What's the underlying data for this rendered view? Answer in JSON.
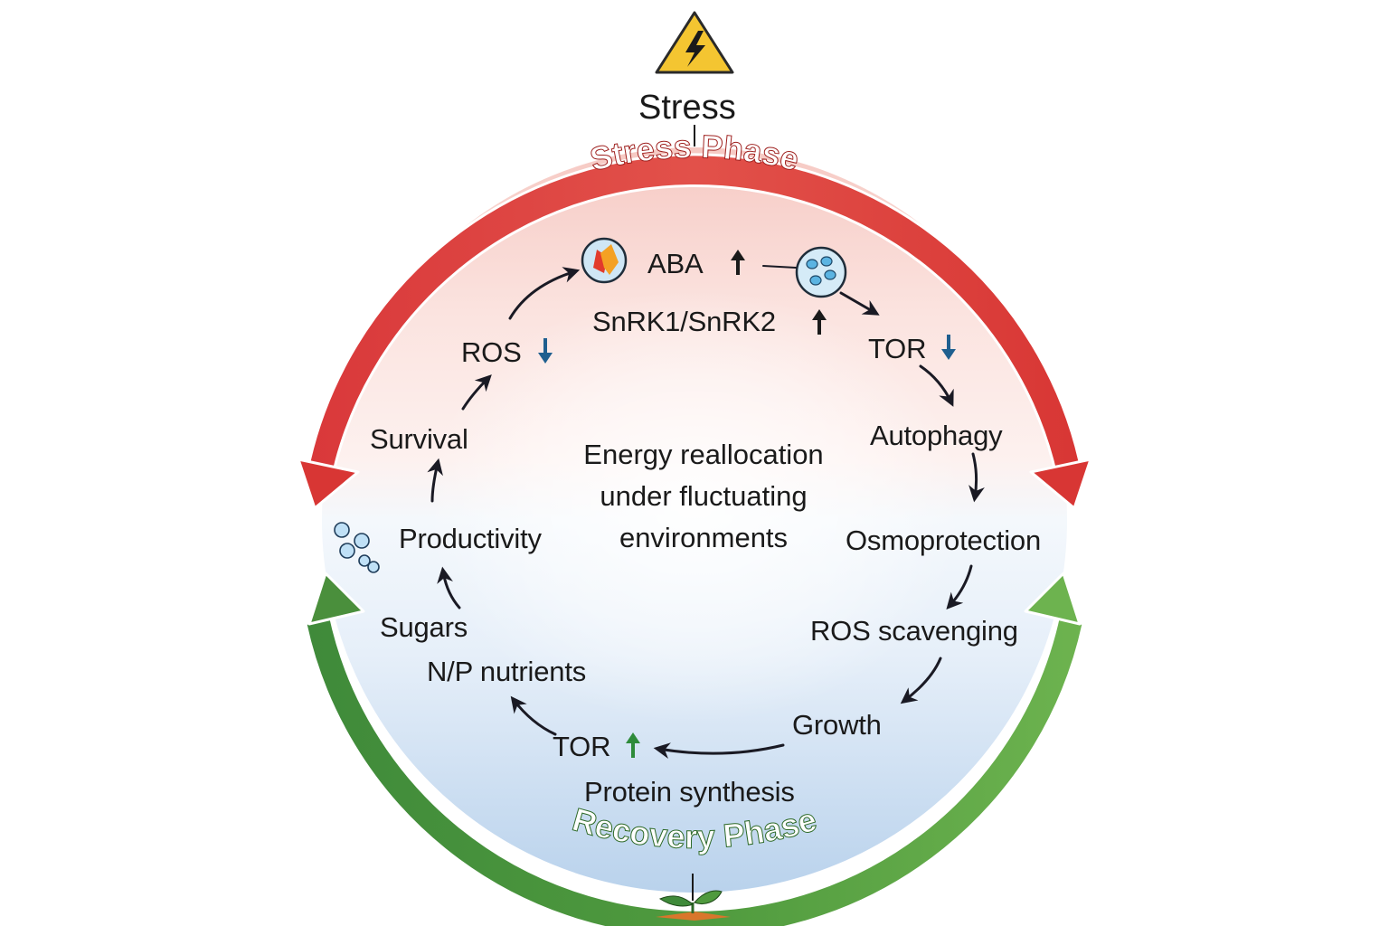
{
  "header": {
    "trigger_label": "Stress",
    "trigger_icon": "high-voltage-warning-icon"
  },
  "phases": {
    "stress": {
      "label": "Stress Phase",
      "color": "#d83a36"
    },
    "recovery": {
      "label": "Recovery Phase",
      "color": "#4f9a3e"
    }
  },
  "center": {
    "lines": [
      "Energy reallocation",
      "under fluctuating",
      "environments"
    ]
  },
  "nodes": {
    "aba": {
      "label": "ABA",
      "trend": "up"
    },
    "snrk": {
      "label": "SnRK1/SnRK2",
      "trend": "up"
    },
    "tor_stress": {
      "label": "TOR",
      "trend": "down"
    },
    "autophagy": {
      "label": "Autophagy"
    },
    "osmoprotection": {
      "label": "Osmoprotection"
    },
    "ros_scavenging": {
      "label": "ROS scavenging"
    },
    "growth": {
      "label": "Growth"
    },
    "tor_recovery": {
      "label": "TOR",
      "trend": "up"
    },
    "protein_synthesis": {
      "label": "Protein synthesis"
    },
    "np_nutrients": {
      "label": "N/P nutrients"
    },
    "sugars": {
      "label": "Sugars"
    },
    "productivity": {
      "label": "Productivity"
    },
    "survival": {
      "label": "Survival"
    },
    "ros": {
      "label": "ROS",
      "trend": "down"
    }
  },
  "icons": {
    "aba": "hormone-molecule-icon",
    "snrk": "kinase-cell-icon",
    "bubbles": "bubbles-icon",
    "seedling": "seedling-icon"
  },
  "colors": {
    "trend_down": "#1f5f8f",
    "trend_up_recovery": "#2e8b3a",
    "trend_up_stress": "#1a1a1a",
    "stress_fill": "#f4c6c0",
    "recovery_fill": "#c9dff2"
  }
}
